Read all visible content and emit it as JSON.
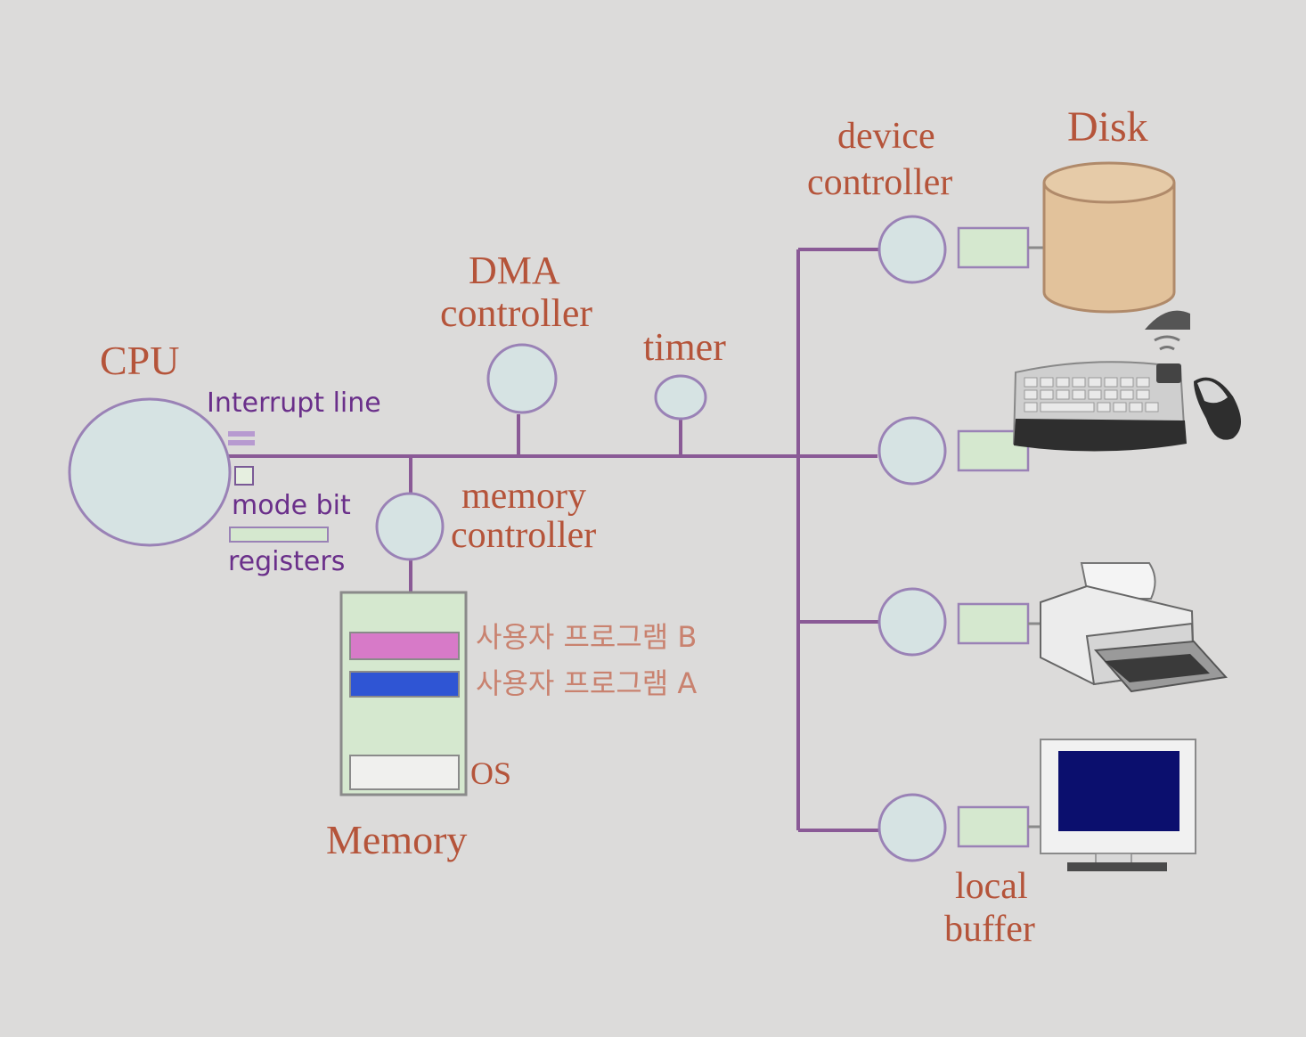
{
  "labels": {
    "cpu": "CPU",
    "interrupt_line": "Interrupt line",
    "mode_bit": "mode bit",
    "registers": "registers",
    "dma_line1": "DMA",
    "dma_line2": "controller",
    "timer": "timer",
    "memory_controller_line1": "memory",
    "memory_controller_line2": "controller",
    "memory": "Memory",
    "program_b": "사용자 프로그램 B",
    "program_a": "사용자 프로그램 A",
    "os": "OS",
    "device_controller_line1": "device",
    "device_controller_line2": "controller",
    "disk": "Disk",
    "local_buffer_line1": "local",
    "local_buffer_line2": "buffer"
  },
  "colors": {
    "background": "#dcdbda",
    "label_text": "#b5543a",
    "cpu_annotation_text": "#6a2f8a",
    "bus_line": "#8a5a96",
    "node_fill": "#d6e3e3",
    "buffer_fill": "#d5e8cf",
    "memory_fill": "#d5e8cf",
    "program_b_color": "#d77ac8",
    "program_a_color": "#2f55d4",
    "disk_fill": "#e2c29b"
  },
  "icons": [
    "disk-icon",
    "keyboard-icon",
    "mouse-icon",
    "printer-icon",
    "monitor-icon"
  ]
}
